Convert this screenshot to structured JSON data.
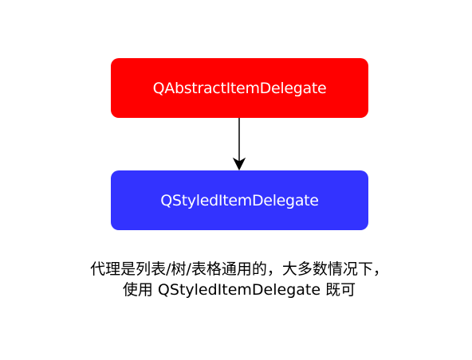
{
  "nodes": {
    "parent": {
      "label": "QAbstractItemDelegate",
      "color": "#ff0000"
    },
    "child": {
      "label": "QStyledItemDelegate",
      "color": "#3333ff"
    }
  },
  "edges": [
    {
      "from": "parent",
      "to": "child",
      "type": "arrow"
    }
  ],
  "caption": {
    "line1": "代理是列表/树/表格通用的，大多数情况下，",
    "line2": "使用 QStyledItemDelegate 既可"
  }
}
